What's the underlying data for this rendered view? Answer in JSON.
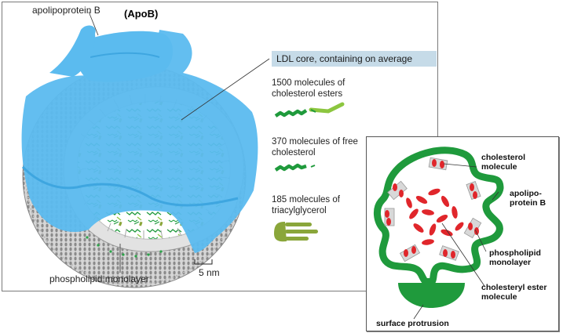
{
  "main": {
    "apob_label": "apolipoprotein B",
    "apob_abbrev": "(ApoB)",
    "phospholipid_label": "phospholipid monolayer",
    "scale_label": "5 nm"
  },
  "legend": {
    "core_header": "LDL core, containing on average",
    "items": [
      {
        "text": "1500 molecules of cholesterol esters",
        "icon": "cholesterol-ester-icon"
      },
      {
        "text": "370 molecules of free cholesterol",
        "icon": "free-cholesterol-icon"
      },
      {
        "text": "185 molecules of triacylglycerol",
        "icon": "triacylglycerol-icon"
      }
    ]
  },
  "inset": {
    "labels": {
      "cholesterol": "cholesterol molecule",
      "apob": "apolipo-protein B",
      "phospholipid": "phospholipid monolayer",
      "ester": "cholesteryl ester molecule",
      "protrusion": "surface protrusion"
    }
  },
  "colors": {
    "apob_blue": "#5bbbef",
    "dark_green": "#1f9a3c",
    "light_green": "#8cc63f",
    "olive": "#8aa63a",
    "ester_red": "#e0262b",
    "core_box": "#c6dbe8",
    "membrane_gray": "#9a9a9a"
  }
}
